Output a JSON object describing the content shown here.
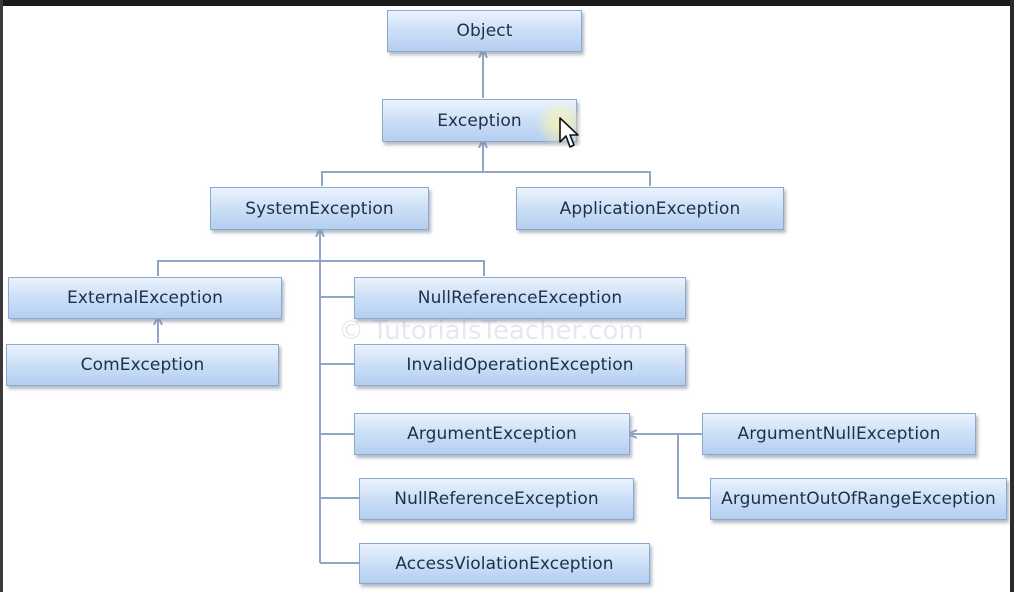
{
  "nodes": {
    "object": "Object",
    "exception": "Exception",
    "system_exception": "SystemException",
    "application_exception": "ApplicationException",
    "external_exception": "ExternalException",
    "com_exception": "ComException",
    "null_reference_exception_1": "NullReferenceException",
    "invalid_operation_exception": "InvalidOperationException",
    "argument_exception": "ArgumentException",
    "null_reference_exception_2": "NullReferenceException",
    "access_violation_exception": "AccessViolationException",
    "argument_null_exception": "ArgumentNullException",
    "argument_out_of_range_exception": "ArgumentOutOfRangeException"
  },
  "watermark": "© TutorialsTeacher.com",
  "colors": {
    "box_top": "#eaf3fd",
    "box_bottom": "#b5cff0",
    "box_border": "#8ba8cf",
    "connector": "#8fa6c6",
    "text": "#1e2f4a"
  }
}
